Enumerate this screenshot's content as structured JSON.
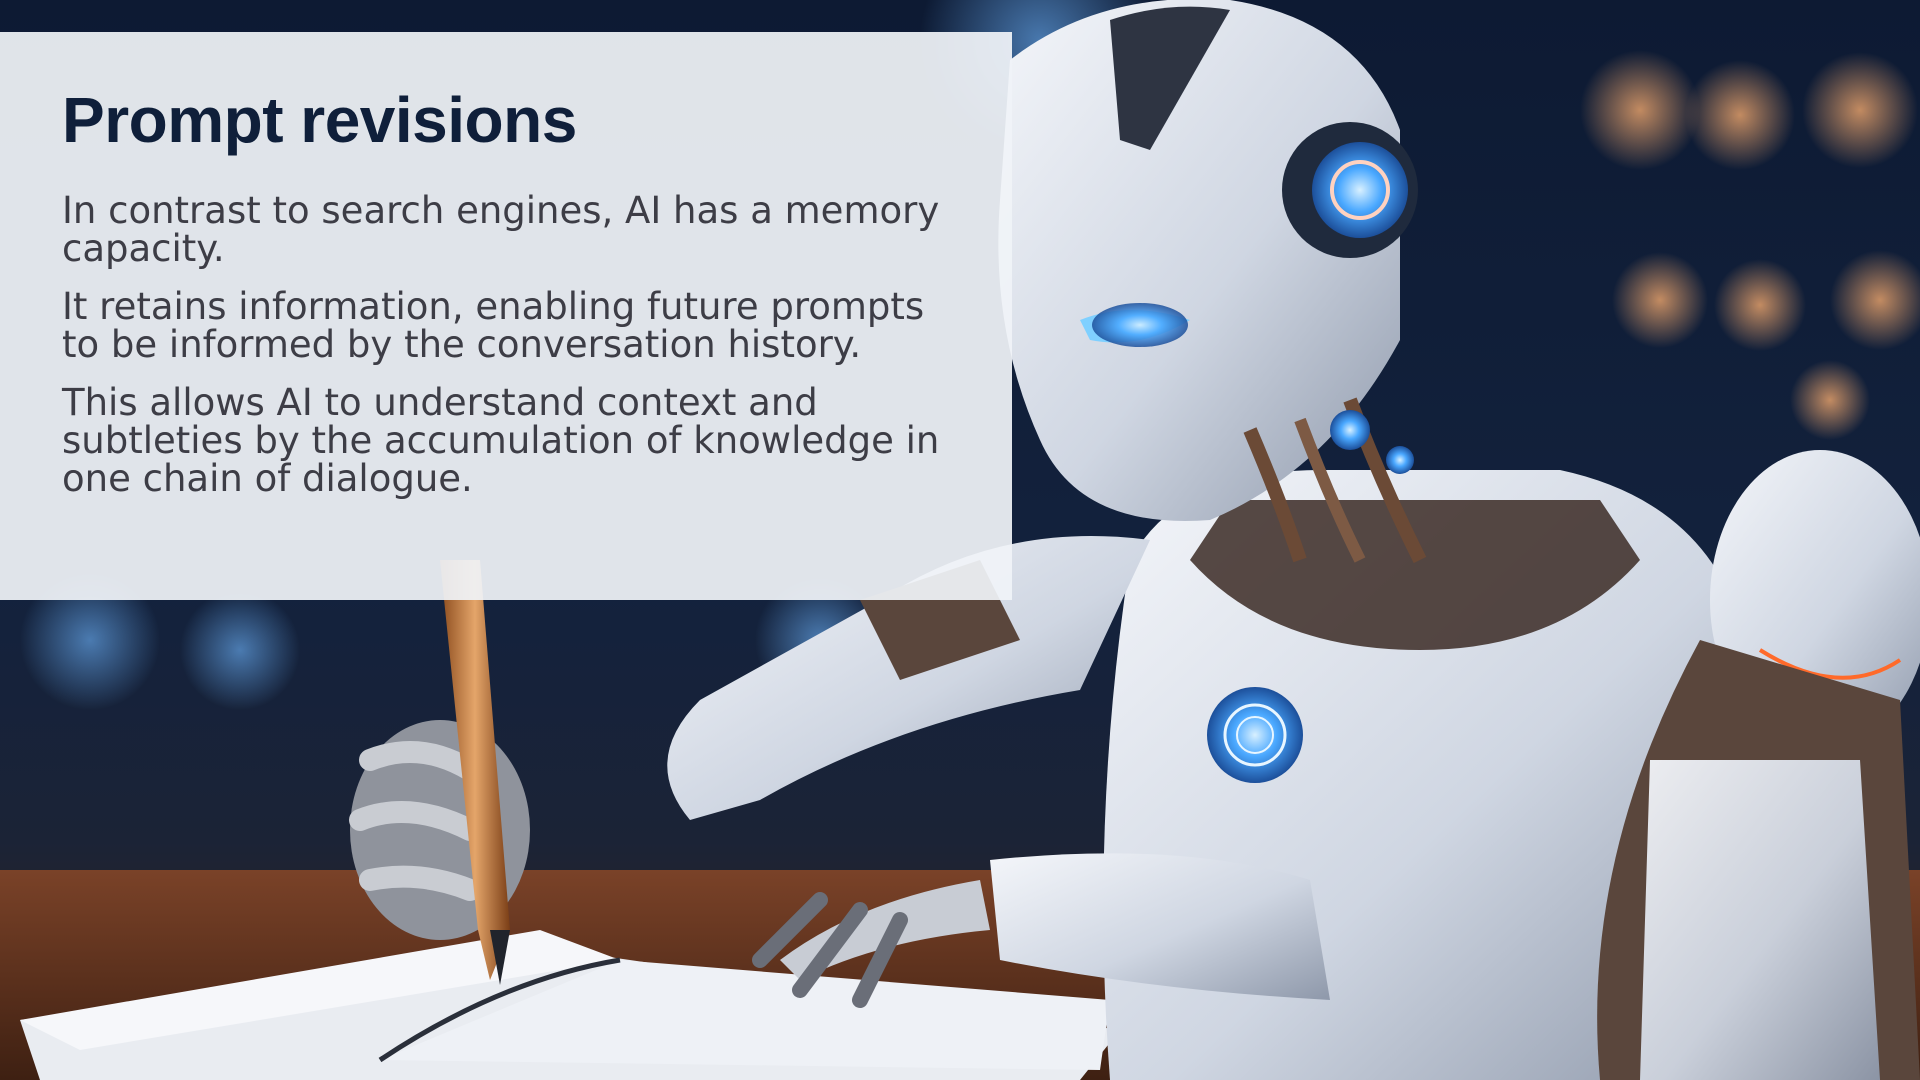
{
  "slide": {
    "title": "Prompt revisions",
    "paragraphs": [
      "In contrast to search engines, AI has a memory capacity.",
      "It retains information, enabling future prompts to be informed by the conversation history.",
      "This allows AI to understand context and subtleties by the accumulation of knowledge in one chain of dialogue."
    ]
  },
  "background": {
    "icon": "robot-writing-image",
    "colors": {
      "background": "#0d1a33",
      "panel": "#f0f3f8",
      "title": "#0f1f3a",
      "body_text": "#3d3d46",
      "robot_glow": "#4aa8ff",
      "desk": "#6b3a22"
    }
  }
}
